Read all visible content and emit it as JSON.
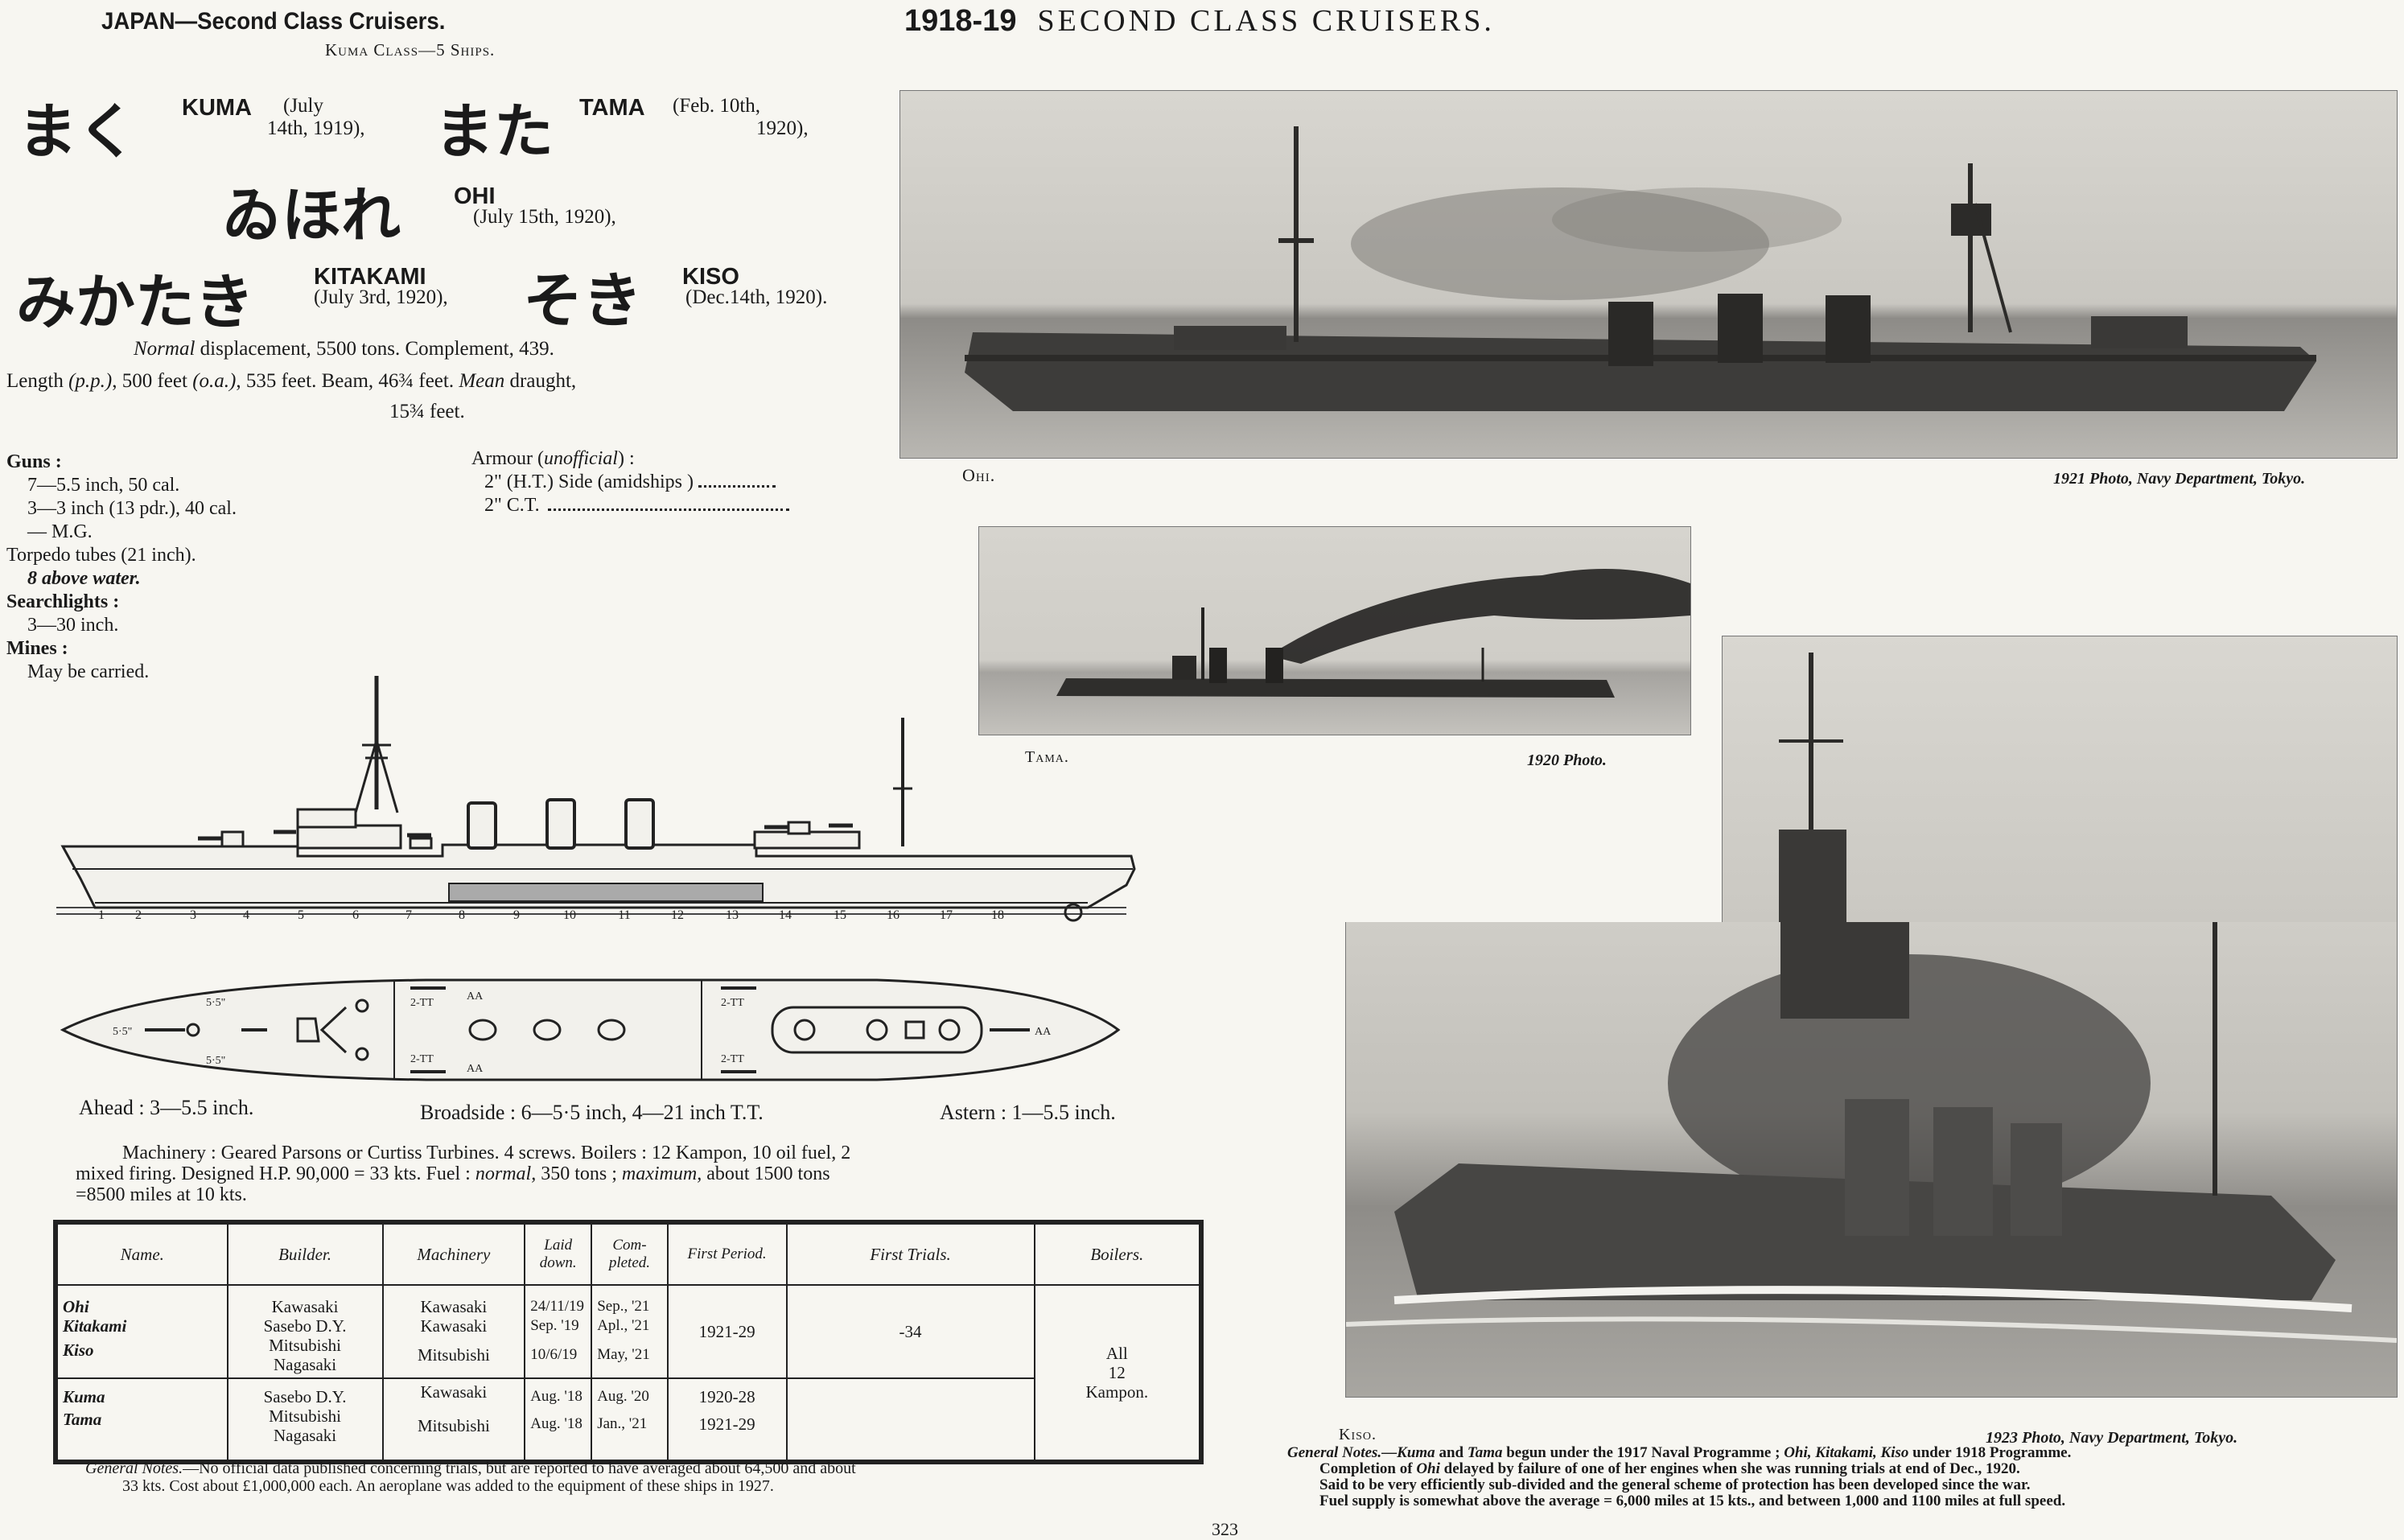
{
  "left_header": {
    "title": "JAPAN—Second Class Cruisers.",
    "subtitle": "Kuma Class—5 Ships."
  },
  "right_header": {
    "year": "1918-19",
    "title": "SECOND CLASS CRUISERS."
  },
  "ships": [
    {
      "kana": "まく",
      "name": "KUMA",
      "date_line1": "(July",
      "date_line2": "14th, 1919),"
    },
    {
      "kana": "また",
      "name": "TAMA",
      "date_line1": "(Feb. 10th,",
      "date_line2": "1920),"
    },
    {
      "kana": "ゐほれ",
      "name": "OHI",
      "date_line1": "",
      "date_line2": "(July 15th, 1920),"
    },
    {
      "kana": "みかたき",
      "name": "KITAKAMI",
      "date_line1": "",
      "date_line2": "(July 3rd, 1920),"
    },
    {
      "kana": "そき",
      "name": "KISO",
      "date_line1": "",
      "date_line2": "(Dec.14th, 1920)."
    }
  ],
  "particulars": {
    "line1_a": "Normal",
    "line1_b": " displacement, 5500 tons.  Complement, 439.",
    "line2_a": "Length ",
    "line2_b": "(p.p.)",
    "line2_c": ", 500 feet ",
    "line2_d": "(o.a.)",
    "line2_e": ", 535 feet.  Beam, 46¾ feet.  ",
    "line2_f": "Mean",
    "line2_g": " draught,",
    "line3": "15¾ feet."
  },
  "guns": {
    "heading": "Guns :",
    "l1": "7—5.5 inch, 50 cal.",
    "l2": "3—3 inch (13 pdr.), 40 cal.",
    "l3": "— M.G.",
    "tt_heading": "Torpedo tubes (21 inch).",
    "tt_detail": "8 above water.",
    "sl_heading": "Searchlights :",
    "sl_detail": "3—30 inch.",
    "mines_heading": "Mines :",
    "mines_detail": "May be carried."
  },
  "armour": {
    "heading": "Armour (",
    "heading_it": "unofficial",
    "heading_end": ") :",
    "l1": "2\" (H.T.) Side (amidships )",
    "l2": "2\" C.T."
  },
  "diagram_labels": {
    "frames": [
      "1",
      "2",
      "3",
      "4",
      "5",
      "6",
      "7",
      "8",
      "9",
      "10",
      "11",
      "12",
      "13",
      "14",
      "15",
      "16",
      "17",
      "18"
    ],
    "plan_55": "5·5\"",
    "plan_tt": "2-TT",
    "plan_aa": "AA"
  },
  "fire": {
    "ahead": "Ahead : 3—5.5 inch.",
    "broadside": "Broadside : 6—5·5 inch, 4—21 inch T.T.",
    "astern": "Astern : 1—5.5 inch."
  },
  "machinery": {
    "text1": "Machinery : Geared Parsons or Curtiss Turbines.  4 screws.  Boilers : 12 Kampon, 10 oil fuel, 2",
    "text2": "mixed firing.  Designed H.P. 90,000 = 33 kts.  Fuel : ",
    "normal": "normal,",
    "mid": " 350 tons ;  ",
    "maximum": "maximum,",
    "end": " about 1500 tons",
    "text3": "=8500 miles at 10 kts."
  },
  "table": {
    "headers": [
      "Name.",
      "Builder.",
      "Machinery",
      "Laid down.",
      "Com-pleted.",
      "First Period.",
      "First Trials.",
      "Boilers."
    ],
    "group1_names": [
      "Ohi",
      "Kitakami",
      "Kiso"
    ],
    "group1_builders": [
      "Kawasaki",
      "Sasebo D.Y.",
      "Mitsubishi",
      "Nagasaki"
    ],
    "group1_machinery": [
      "Kawasaki",
      "Kawasaki",
      "Mitsubishi"
    ],
    "group1_laid": [
      "24/11/19",
      "Sep. '19",
      "10/6/19"
    ],
    "group1_completed": [
      "Sep., '21",
      "Apl., '21",
      "May, '21"
    ],
    "group1_period": "1921-29",
    "group1_trials": "-34",
    "boilers_l1": "All",
    "boilers_l2": "12",
    "boilers_l3": "Kampon.",
    "group2_names": [
      "Kuma",
      "Tama"
    ],
    "group2_builders": [
      "Sasebo D.Y.",
      "Mitsubishi",
      "Nagasaki"
    ],
    "group2_machinery": [
      "Kawasaki",
      "Mitsubishi"
    ],
    "group2_laid": [
      "Aug. '18",
      "Aug. '18"
    ],
    "group2_completed": [
      "Aug. '20",
      "Jan., '21"
    ],
    "group2_period": [
      "1920-28",
      "1921-29"
    ]
  },
  "left_notes": {
    "label": "General Notes.",
    "text1": "—No official data published concerning trials, but are reported to have averaged about 64,500 and about",
    "text2": "33 kts.  Cost about £1,000,000 each.  An aeroplane was added to the equipment of these ships in 1927."
  },
  "photos": {
    "ohi_caption": "Ohi.",
    "ohi_credit": "1921 Photo, Navy Department, Tokyo.",
    "tama_caption": "Tama.",
    "tama_credit": "1920 Photo.",
    "kiso_caption": "Kiso.",
    "kiso_credit": "1923 Photo, Navy Department, Tokyo."
  },
  "right_notes": {
    "l1_label": "General Notes.",
    "l1a": "—",
    "l1b": "Kuma",
    "l1c": " and ",
    "l1d": "Tama",
    "l1e": " begun under the 1917 Naval Programme ;  ",
    "l1f": "Ohi, Kitakami, Kiso",
    "l1g": " under 1918 Programme.",
    "l2a": "Completion of ",
    "l2b": "Ohi",
    "l2c": " delayed by failure of one of her engines when she was running trials at end of Dec., 1920.",
    "l3": "Said to be very efficiently sub-divided and the general scheme of protection has been developed since the war.",
    "l4": "Fuel supply is somewhat above the average = 6,000 miles at 15 kts., and between 1,000 and 1100 miles at full speed."
  },
  "page_number": "323"
}
